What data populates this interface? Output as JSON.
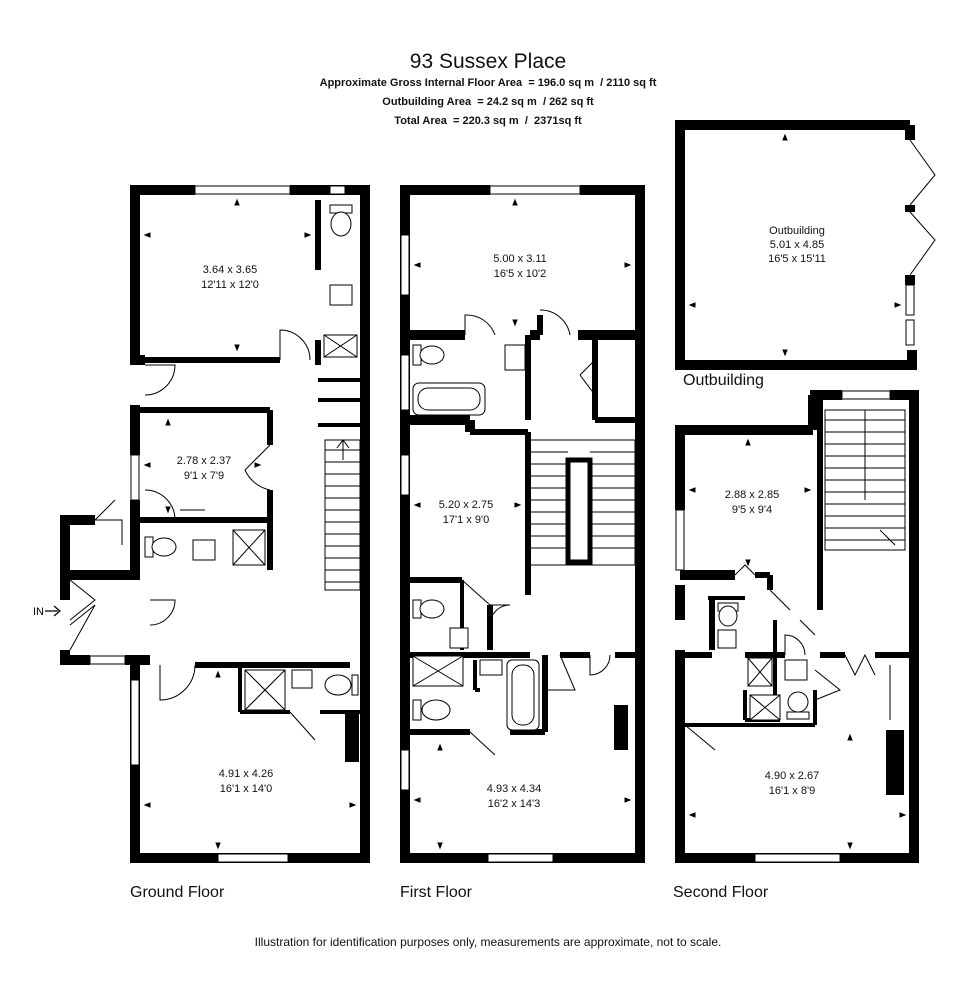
{
  "header": {
    "title": "93 Sussex Place",
    "lines": [
      "Approximate Gross Internal Floor Area  = 196.0 sq m  / 2110 sq ft",
      "Outbuilding Area  = 24.2 sq m  / 262 sq ft",
      "Total Area  = 220.3 sq m  /  2371sq ft"
    ]
  },
  "floors": {
    "ground": "Ground Floor",
    "first": "First Floor",
    "second": "Second Floor",
    "outbuilding": "Outbuilding"
  },
  "entrance_label": "IN",
  "rooms": {
    "g_top": [
      "3.64 x 3.65",
      "12'11 x 12'0"
    ],
    "g_mid": [
      "2.78 x 2.37",
      "9'1 x 7'9"
    ],
    "g_bottom": [
      "4.91 x 4.26",
      "16'1 x 14'0"
    ],
    "f_top": [
      "5.00 x 3.11",
      "16'5 x 10'2"
    ],
    "f_mid": [
      "5.20 x 2.75",
      "17'1 x 9'0"
    ],
    "f_bottom": [
      "4.93 x 4.34",
      "16'2 x 14'3"
    ],
    "s_top": [
      "2.88 x 2.85",
      "9'5 x 9'4"
    ],
    "s_bottom": [
      "4.90 x 2.67",
      "16'1 x 8'9"
    ],
    "outbuilding": [
      "Outbuilding",
      "5.01 x 4.85",
      "16'5 x 15'11"
    ]
  },
  "disclaimer": "Illustration for identification purposes only, measurements are approximate, not to scale."
}
